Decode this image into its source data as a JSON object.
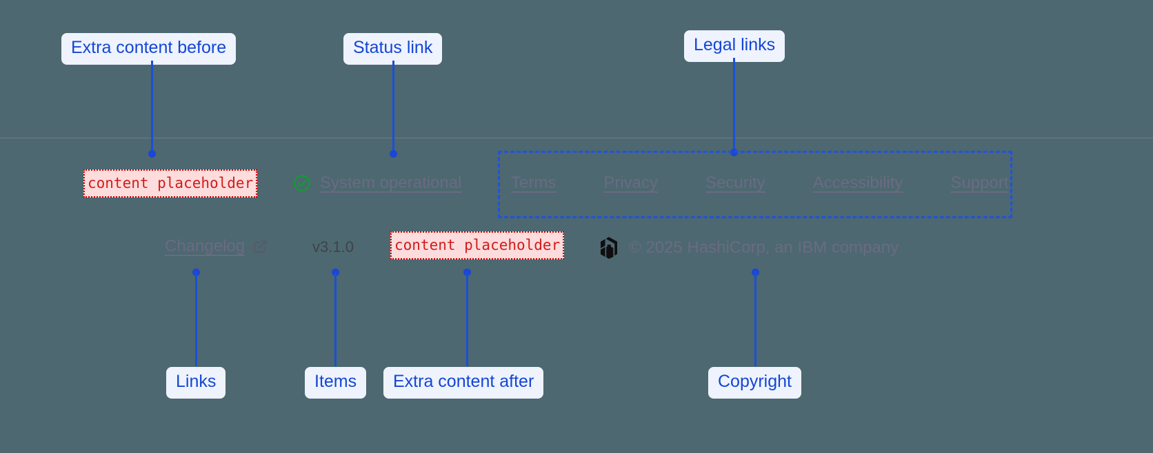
{
  "footer": {
    "extra_before": {
      "text": "content placeholder"
    },
    "extra_after": {
      "text": "content placeholder"
    },
    "status": {
      "icon": "check-circle-icon",
      "label": "System operational"
    },
    "legal_links": [
      {
        "label": "Terms"
      },
      {
        "label": "Privacy"
      },
      {
        "label": "Security"
      },
      {
        "label": "Accessibility"
      },
      {
        "label": "Support"
      }
    ],
    "changelog": {
      "label": "Changelog",
      "icon": "external-link-icon"
    },
    "version": "v3.1.0",
    "brand": {
      "logo": "hashicorp-logo",
      "copyright": "© 2025 HashiCorp, an IBM company"
    }
  },
  "annotations": {
    "extra_content_before": "Extra content before",
    "status_link": "Status link",
    "legal_links": "Legal links",
    "links": "Links",
    "items": "Items",
    "extra_content_after": "Extra content after",
    "copyright": "Copyright"
  },
  "colors": {
    "page_background": "#4d6870",
    "annotation_accent": "#1b4fd8",
    "annotation_chip_bg": "#eef3fe",
    "placeholder_text": "#d21b1b",
    "placeholder_bg": "#fcdcdc",
    "placeholder_border": "#cc0000",
    "link_text": "#6a6b83",
    "status_ok": "#0f9d34",
    "version_text": "#3d4448"
  }
}
